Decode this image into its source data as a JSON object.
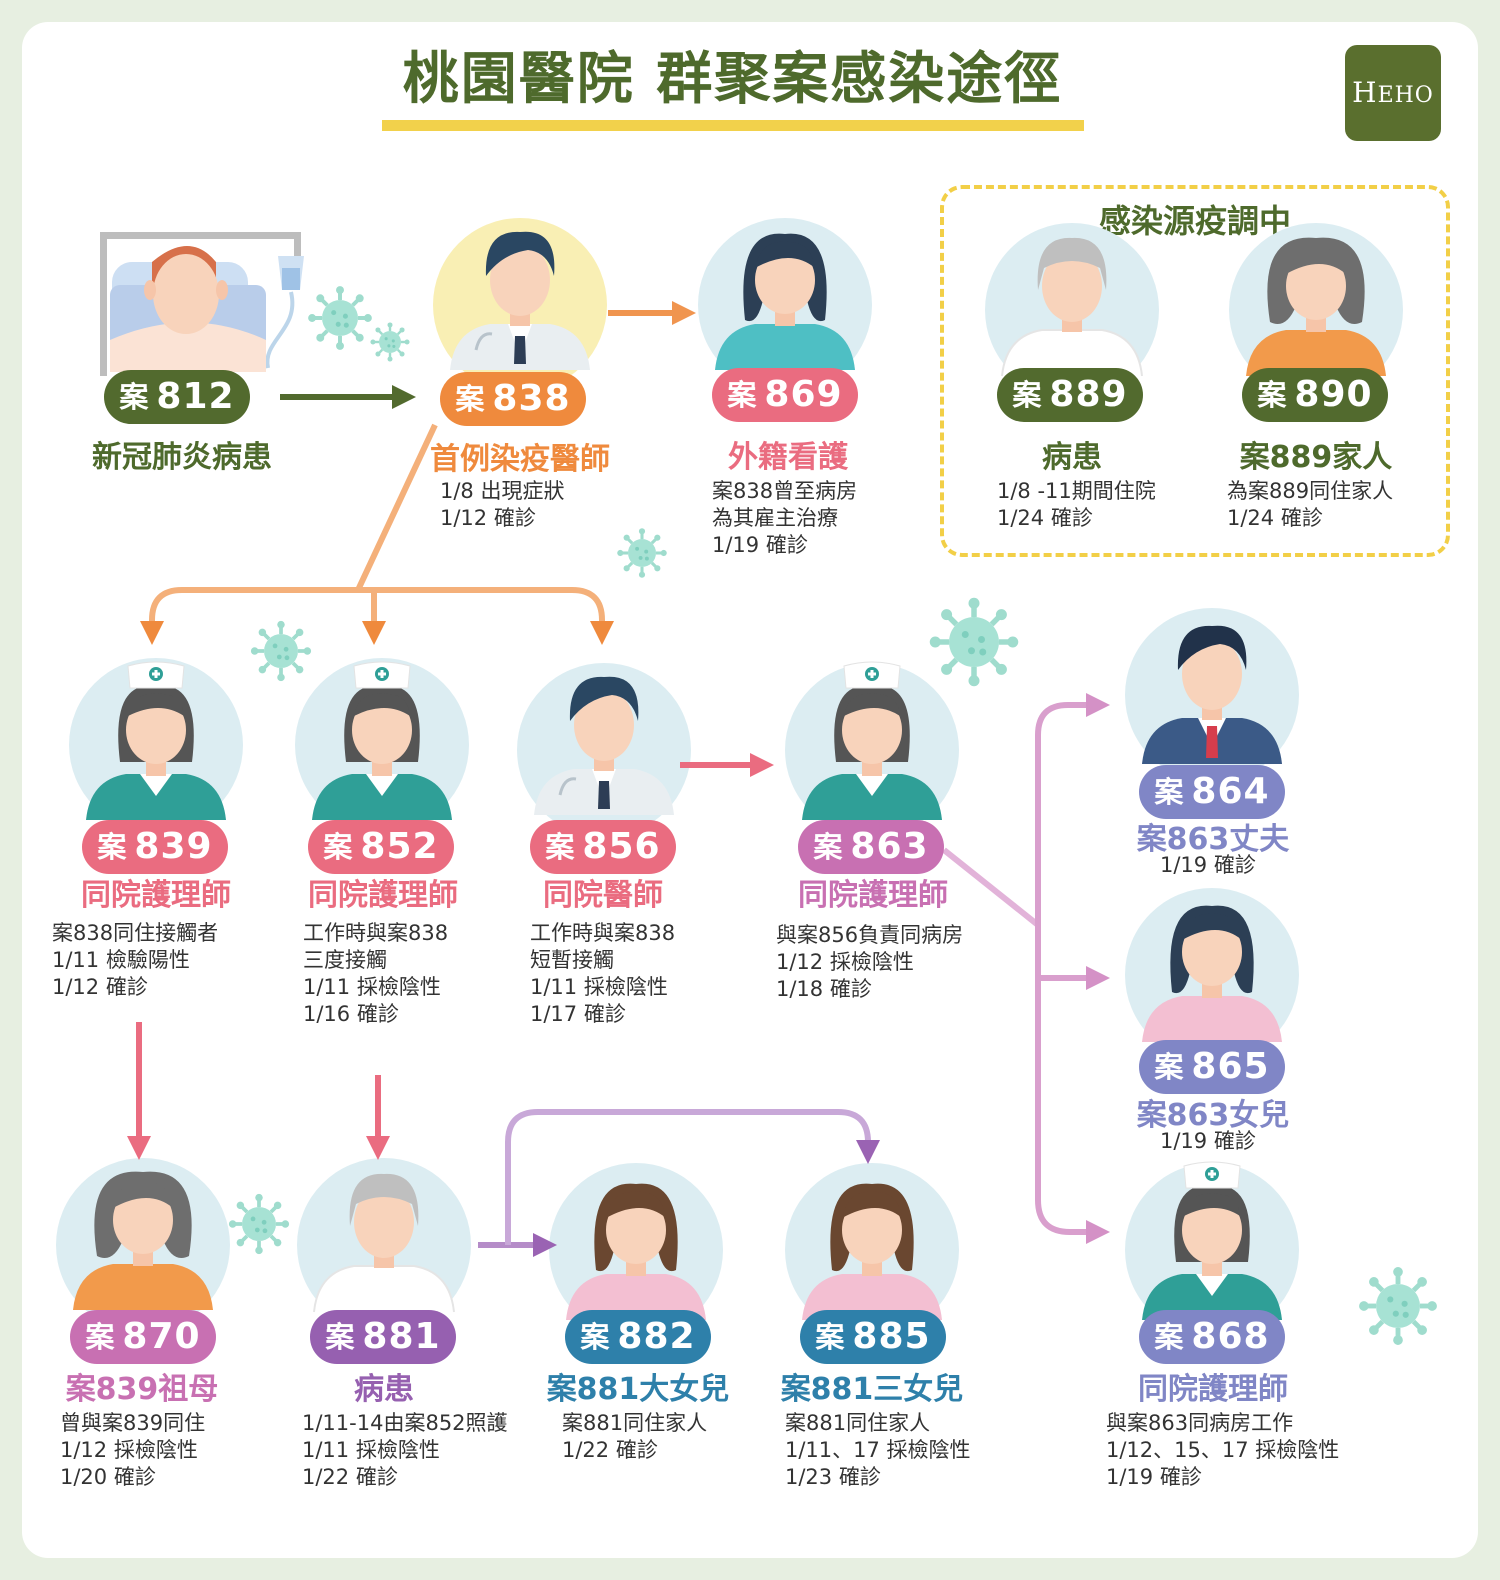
{
  "title": "桃園醫院 群聚案感染途徑",
  "logo": {
    "big": "H",
    "small": "EHO"
  },
  "pending_title": "感染源疫調中",
  "colors": {
    "green": "#4e6a2c",
    "orange": "#f0883c",
    "pink": "#e86b7f",
    "mauve": "#c86fb0",
    "purple": "#9660b0",
    "teal": "#2e7fa8",
    "lavender": "#7f84c4",
    "yellow": "#f2d14b"
  },
  "cases": [
    {
      "id": "812",
      "badge_prefix": "案",
      "number": "812",
      "color": "#526a2e",
      "label": "新冠肺炎病患",
      "label_color": "#4e6a2c",
      "lines": [],
      "avatar": "bed-patient-icon"
    },
    {
      "id": "838",
      "badge_prefix": "案",
      "number": "838",
      "color": "#ef8a3d",
      "label": "首例染疫醫師",
      "label_color": "#ef8a3d",
      "lines": [
        "1/8 出現症狀",
        "1/12 確診"
      ],
      "avatar": "male-doctor-icon"
    },
    {
      "id": "869",
      "badge_prefix": "案",
      "number": "869",
      "color": "#ea6c80",
      "label": "外籍看護",
      "label_color": "#ea6c80",
      "lines": [
        "案838曾至病房",
        "為其雇主治療",
        "1/19 確診"
      ],
      "avatar": "woman-icon"
    },
    {
      "id": "889",
      "badge_prefix": "案",
      "number": "889",
      "color": "#526a2e",
      "label": "病患",
      "label_color": "#4e6a2c",
      "lines": [
        "1/8 -11期間住院",
        "1/24 確診"
      ],
      "avatar": "elderly-man-icon"
    },
    {
      "id": "890",
      "badge_prefix": "案",
      "number": "890",
      "color": "#526a2e",
      "label": "案889家人",
      "label_color": "#4e6a2c",
      "lines": [
        "為案889同住家人",
        "1/24 確診"
      ],
      "avatar": "elderly-woman-icon"
    },
    {
      "id": "839",
      "badge_prefix": "案",
      "number": "839",
      "color": "#ea6c80",
      "label": "同院護理師",
      "label_color": "#ea6c80",
      "lines": [
        "案838同住接觸者",
        "1/11 檢驗陽性",
        "1/12 確診"
      ],
      "avatar": "nurse-icon"
    },
    {
      "id": "852",
      "badge_prefix": "案",
      "number": "852",
      "color": "#ea6c80",
      "label": "同院護理師",
      "label_color": "#ea6c80",
      "lines": [
        "工作時與案838",
        "三度接觸",
        "1/11 採檢陰性",
        "1/16 確診"
      ],
      "avatar": "nurse-icon"
    },
    {
      "id": "856",
      "badge_prefix": "案",
      "number": "856",
      "color": "#ea6c80",
      "label": "同院醫師",
      "label_color": "#ea6c80",
      "lines": [
        "工作時與案838",
        "短暫接觸",
        "1/11 採檢陰性",
        "1/17 確診"
      ],
      "avatar": "male-doctor-icon"
    },
    {
      "id": "863",
      "badge_prefix": "案",
      "number": "863",
      "color": "#c870b2",
      "label": "同院護理師",
      "label_color": "#c870b2",
      "lines": [
        "與案856負責同病房",
        "1/12 採檢陰性",
        "1/18 確診"
      ],
      "avatar": "nurse-icon"
    },
    {
      "id": "864",
      "badge_prefix": "案",
      "number": "864",
      "color": "#8086c6",
      "label": "案863丈夫",
      "label_color": "#8086c6",
      "lines": [
        "1/19 確診"
      ],
      "avatar": "businessman-icon"
    },
    {
      "id": "865",
      "badge_prefix": "案",
      "number": "865",
      "color": "#8086c6",
      "label": "案863女兒",
      "label_color": "#8086c6",
      "lines": [
        "1/19 確診"
      ],
      "avatar": "young-woman-icon"
    },
    {
      "id": "868",
      "badge_prefix": "案",
      "number": "868",
      "color": "#8086c6",
      "label": "同院護理師",
      "label_color": "#8086c6",
      "lines": [
        "與案863同病房工作",
        "1/12、15、17 採檢陰性",
        "1/19 確診"
      ],
      "avatar": "nurse-icon"
    },
    {
      "id": "870",
      "badge_prefix": "案",
      "number": "870",
      "color": "#c870b2",
      "label": "案839祖母",
      "label_color": "#c870b2",
      "lines": [
        "曾與案839同住",
        "1/12 採檢陰性",
        "1/20 確診"
      ],
      "avatar": "elderly-woman-icon"
    },
    {
      "id": "881",
      "badge_prefix": "案",
      "number": "881",
      "color": "#9660b0",
      "label": "病患",
      "label_color": "#9660b0",
      "lines": [
        "1/11-14由案852照護",
        "1/11 採檢陰性",
        "1/22 確診"
      ],
      "avatar": "elderly-man-icon"
    },
    {
      "id": "882",
      "badge_prefix": "案",
      "number": "882",
      "color": "#2e80aa",
      "label": "案881大女兒",
      "label_color": "#2e80aa",
      "lines": [
        "案881同住家人",
        "1/22 確診"
      ],
      "avatar": "daughter-icon"
    },
    {
      "id": "885",
      "badge_prefix": "案",
      "number": "885",
      "color": "#2e80aa",
      "label": "案881三女兒",
      "label_color": "#2e80aa",
      "lines": [
        "案881同住家人",
        "1/11、17 採檢陰性",
        "1/23 確診"
      ],
      "avatar": "daughter-icon"
    }
  ]
}
